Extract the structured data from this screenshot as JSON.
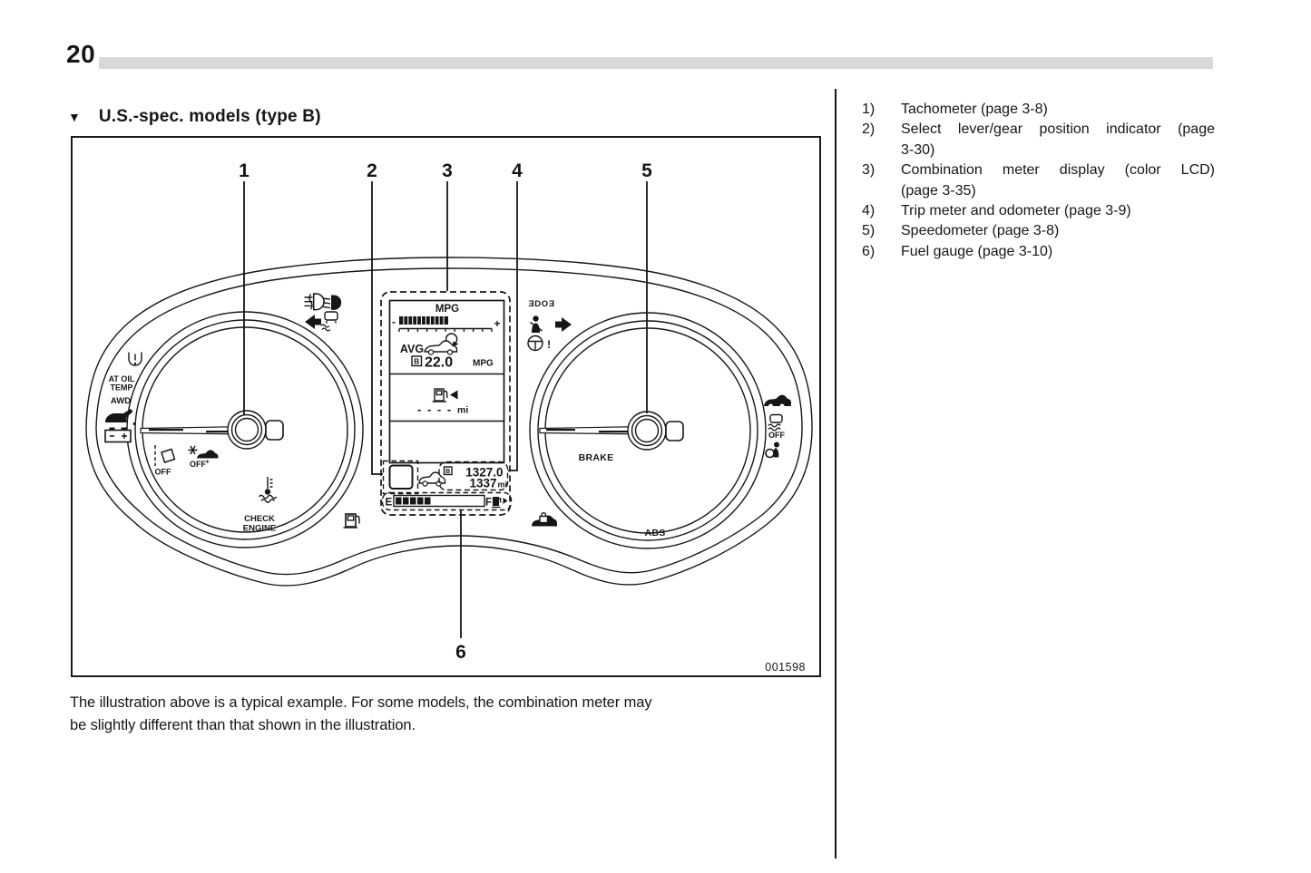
{
  "page_number": "20",
  "heading": {
    "marker": "▼",
    "title": "U.S.-spec. models (type B)"
  },
  "figure": {
    "code": "001598",
    "callouts": [
      "1",
      "2",
      "3",
      "4",
      "5",
      "6"
    ],
    "left_gauge": {
      "at_oil_line1": "AT OIL",
      "at_oil_line2": "TEMP",
      "awd_label": "AWD",
      "lane_depart_off": "OFF",
      "precollision_off": "OFF",
      "precollision_plus": "+",
      "check_line1": "CHECK",
      "check_line2": "ENGINE"
    },
    "right_gauge": {
      "brake_label": "BRAKE",
      "abs_label": "ABS",
      "vdc_off": "OFF",
      "high_beam_glyph": "ƎDOƎ",
      "steering_excl": "!"
    },
    "lcd": {
      "mpg_title": "MPG",
      "bar_minus": "-",
      "bar_plus": "+",
      "avg_label": "AVG",
      "trip_b": "B",
      "avg_value": "22.0",
      "avg_unit": "MPG",
      "range_value": "- - - -",
      "range_unit": "mi",
      "trip_value": "1327.0",
      "odo_value": "1337",
      "odo_unit": "mi",
      "fuel_empty": "E",
      "fuel_full": "F"
    },
    "icons": {
      "tpms": "horseshoe-exclamation",
      "oil_pressure": "oil-can",
      "charge": "battery",
      "coolant_temp": "thermometer-waves",
      "fuel": "fuel-pump",
      "fog_light": "lamp-wavy-beams",
      "low_beam": "filled-lamp-beams",
      "turn_signals": "left-right-arrows",
      "vdc": "car-skid",
      "seat_belt": "person-belt",
      "steering_assist": "steering-wheel-exclamation",
      "security": "car-silhouette",
      "airbag": "person-ball",
      "immobilizer": "car-padlock",
      "eco_car": "car-recycle-arrow"
    }
  },
  "caption": {
    "line1": "The illustration above is a typical example. For some models, the combination meter may",
    "line2": "be slightly different than that shown in the illustration."
  },
  "legend": {
    "items": [
      {
        "num": "1)",
        "line1": "Tachometer (page 3-8)",
        "line2": ""
      },
      {
        "num": "2)",
        "line1": "Select lever/gear position indicator (page",
        "line2": "3-30)"
      },
      {
        "num": "3)",
        "line1": "Combination meter display (color LCD)",
        "line2": "(page 3-35)"
      },
      {
        "num": "4)",
        "line1": "Trip meter and odometer (page 3-9)",
        "line2": ""
      },
      {
        "num": "5)",
        "line1": "Speedometer (page 3-8)",
        "line2": ""
      },
      {
        "num": "6)",
        "line1": "Fuel gauge (page 3-10)",
        "line2": ""
      }
    ]
  }
}
